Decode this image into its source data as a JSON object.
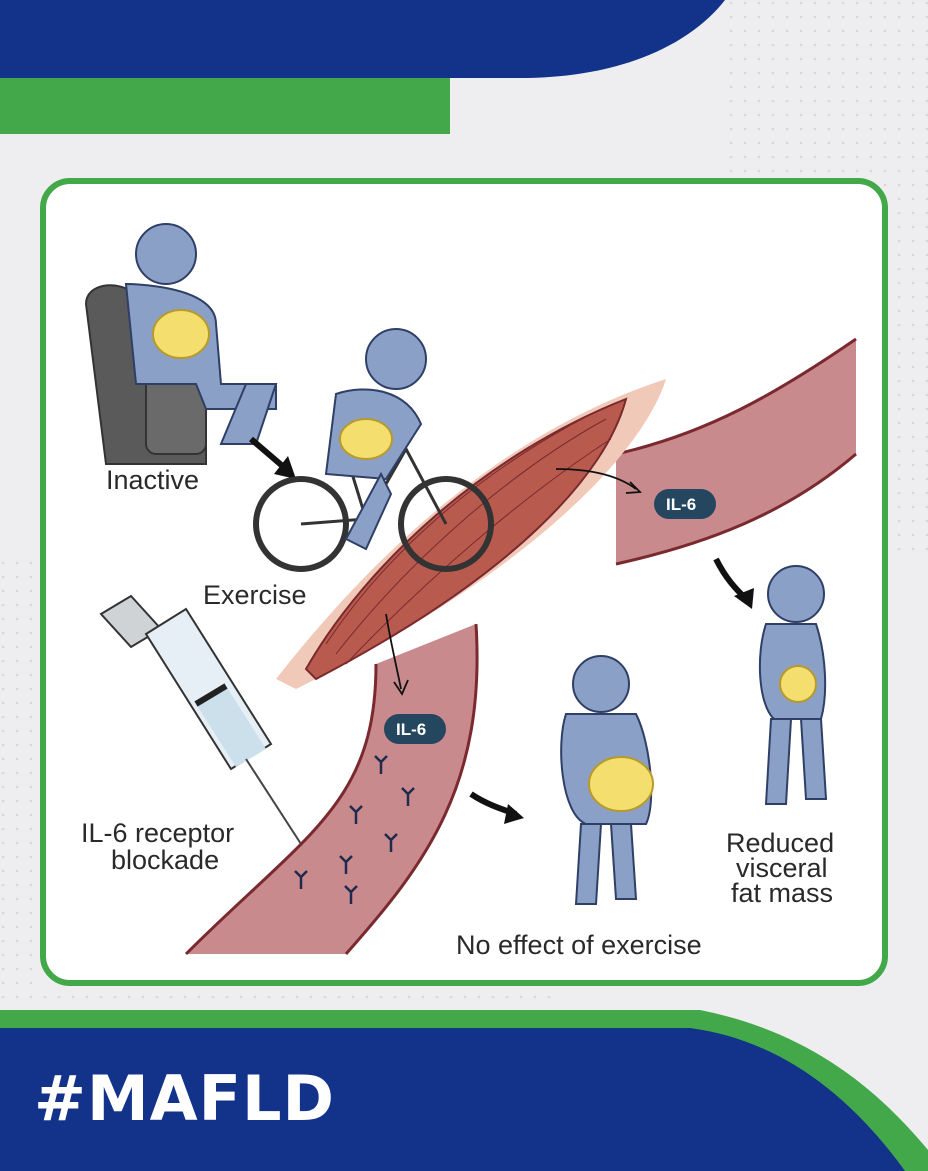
{
  "hashtag": "#MAFLD",
  "colors": {
    "navy": "#13328a",
    "green": "#43a84a",
    "figure_blue": "#8aa0c6",
    "fat_yellow": "#f4de6e",
    "muscle": "#b85a4d",
    "vessel": "#c98a8e"
  },
  "figure": {
    "labels": {
      "inactive": "Inactive",
      "exercise": "Exercise",
      "il6_upper": "IL-6",
      "il6_lower": "IL-6",
      "blockade_line1": "IL-6 receptor",
      "blockade_line2": "blockade",
      "reduced_line1": "Reduced",
      "reduced_line2": "visceral",
      "reduced_line3": "fat mass",
      "no_effect": "No effect of exercise"
    }
  }
}
